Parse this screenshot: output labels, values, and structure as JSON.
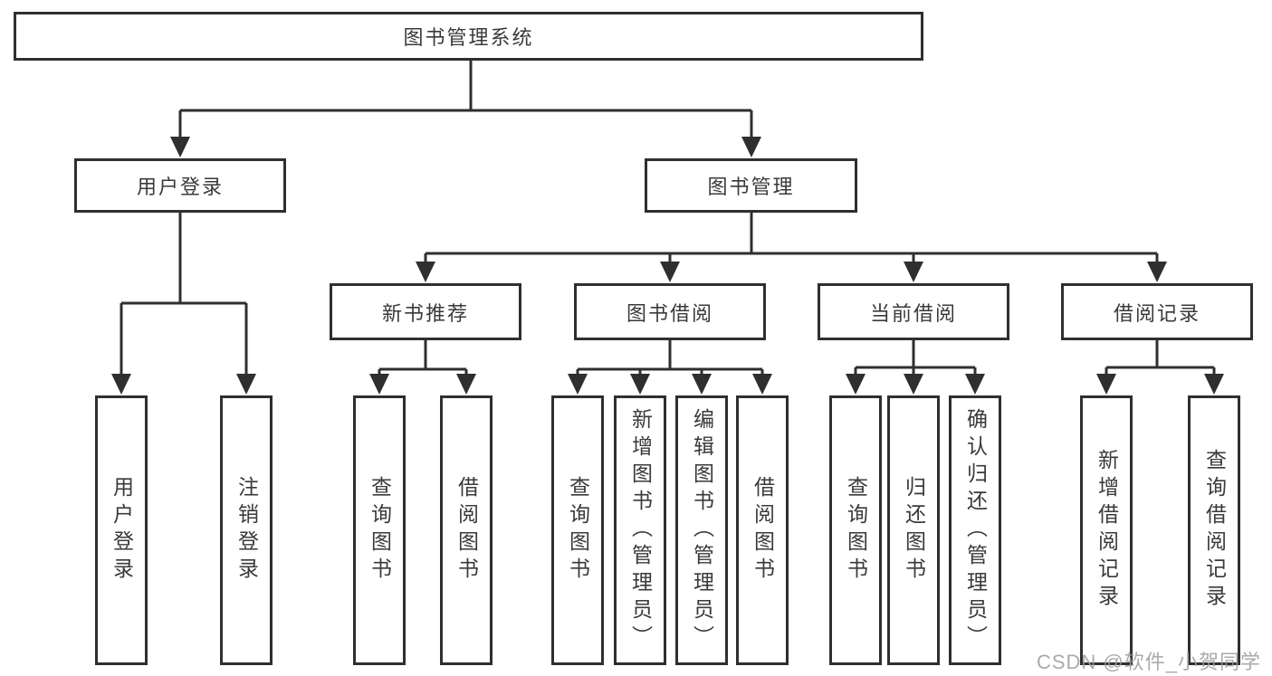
{
  "diagram": {
    "title": "图书管理系统",
    "type": "functional-structure-tree",
    "colors": {
      "line": "#2f2f2f",
      "box_border": "#2f2f2f",
      "text": "#3a3a3a",
      "watermark": "#9c9c9c",
      "background": "#ffffff"
    }
  },
  "tree": {
    "label": "图书管理系统",
    "children": [
      {
        "label": "用户登录",
        "children": [
          {
            "label": "用户登录"
          },
          {
            "label": "注销登录"
          }
        ]
      },
      {
        "label": "图书管理",
        "children": [
          {
            "label": "新书推荐",
            "children": [
              {
                "label": "查询图书"
              },
              {
                "label": "借阅图书"
              }
            ]
          },
          {
            "label": "图书借阅",
            "children": [
              {
                "label": "查询图书"
              },
              {
                "label": "新增图书（管理员）"
              },
              {
                "label": "编辑图书（管理员）"
              },
              {
                "label": "借阅图书"
              }
            ]
          },
          {
            "label": "当前借阅",
            "children": [
              {
                "label": "查询图书"
              },
              {
                "label": "归还图书"
              },
              {
                "label": "确认归还（管理员）"
              }
            ]
          },
          {
            "label": "借阅记录",
            "children": [
              {
                "label": "新增借阅记录"
              },
              {
                "label": "查询借阅记录"
              }
            ]
          }
        ]
      }
    ]
  },
  "watermark": {
    "text": "CSDN @软件_小贺同学"
  }
}
